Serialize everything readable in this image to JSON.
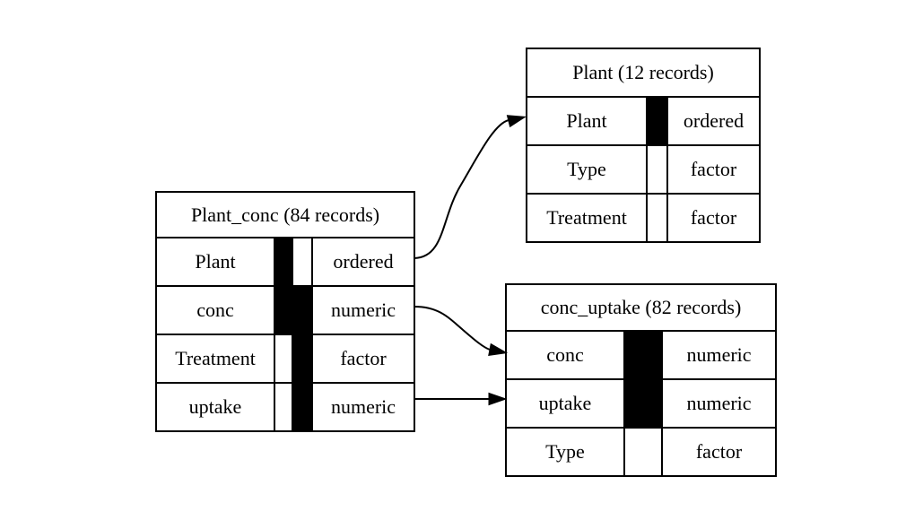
{
  "canvas": {
    "background": "#ffffff",
    "line_color": "#000000"
  },
  "tables": {
    "plant_conc": {
      "title": "Plant_conc (84 records)",
      "rows": [
        {
          "name": "Plant",
          "type": "ordered",
          "key1": "black",
          "key2": "white"
        },
        {
          "name": "conc",
          "type": "numeric",
          "key1": "black",
          "key2": "black"
        },
        {
          "name": "Treatment",
          "type": "factor",
          "key1": "white",
          "key2": "black"
        },
        {
          "name": "uptake",
          "type": "numeric",
          "key1": "white",
          "key2": "black"
        }
      ]
    },
    "plant": {
      "title": "Plant (12 records)",
      "rows": [
        {
          "name": "Plant",
          "type": "ordered",
          "key": "black"
        },
        {
          "name": "Type",
          "type": "factor",
          "key": "white"
        },
        {
          "name": "Treatment",
          "type": "factor",
          "key": "white"
        }
      ]
    },
    "conc_uptake": {
      "title": "conc_uptake (82 records)",
      "rows": [
        {
          "name": "conc",
          "type": "numeric",
          "key": "black"
        },
        {
          "name": "uptake",
          "type": "numeric",
          "key": "black"
        },
        {
          "name": "Type",
          "type": "factor",
          "key": "white"
        }
      ]
    }
  },
  "arrows": [
    {
      "from": "Plant_conc.Plant",
      "to": "Plant.Plant"
    },
    {
      "from": "Plant_conc.conc",
      "to": "conc_uptake.conc"
    },
    {
      "from": "Plant_conc.uptake",
      "to": "conc_uptake.uptake"
    }
  ]
}
